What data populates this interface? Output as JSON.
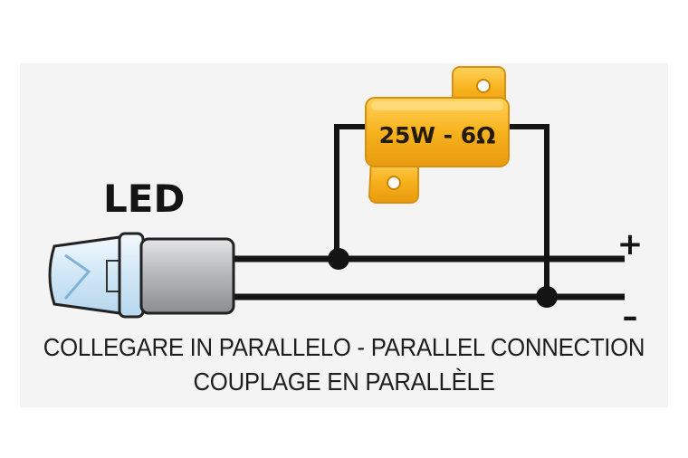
{
  "diagram": {
    "led_label": "LED",
    "resistor_label": "25W - 6Ω",
    "positive_sign": "+",
    "negative_sign": "–",
    "caption_line1": "COLLEGARE IN PARALLELO - PARALLEL CONNECTION",
    "caption_line2": "COUPLAGE EN PARALLÈLE"
  },
  "colors": {
    "wire": "#141414",
    "resistor_body": "#f7b21d",
    "resistor_edge": "#d99010",
    "led_lens": "#cfe8f6",
    "led_body": "#a9abae"
  }
}
